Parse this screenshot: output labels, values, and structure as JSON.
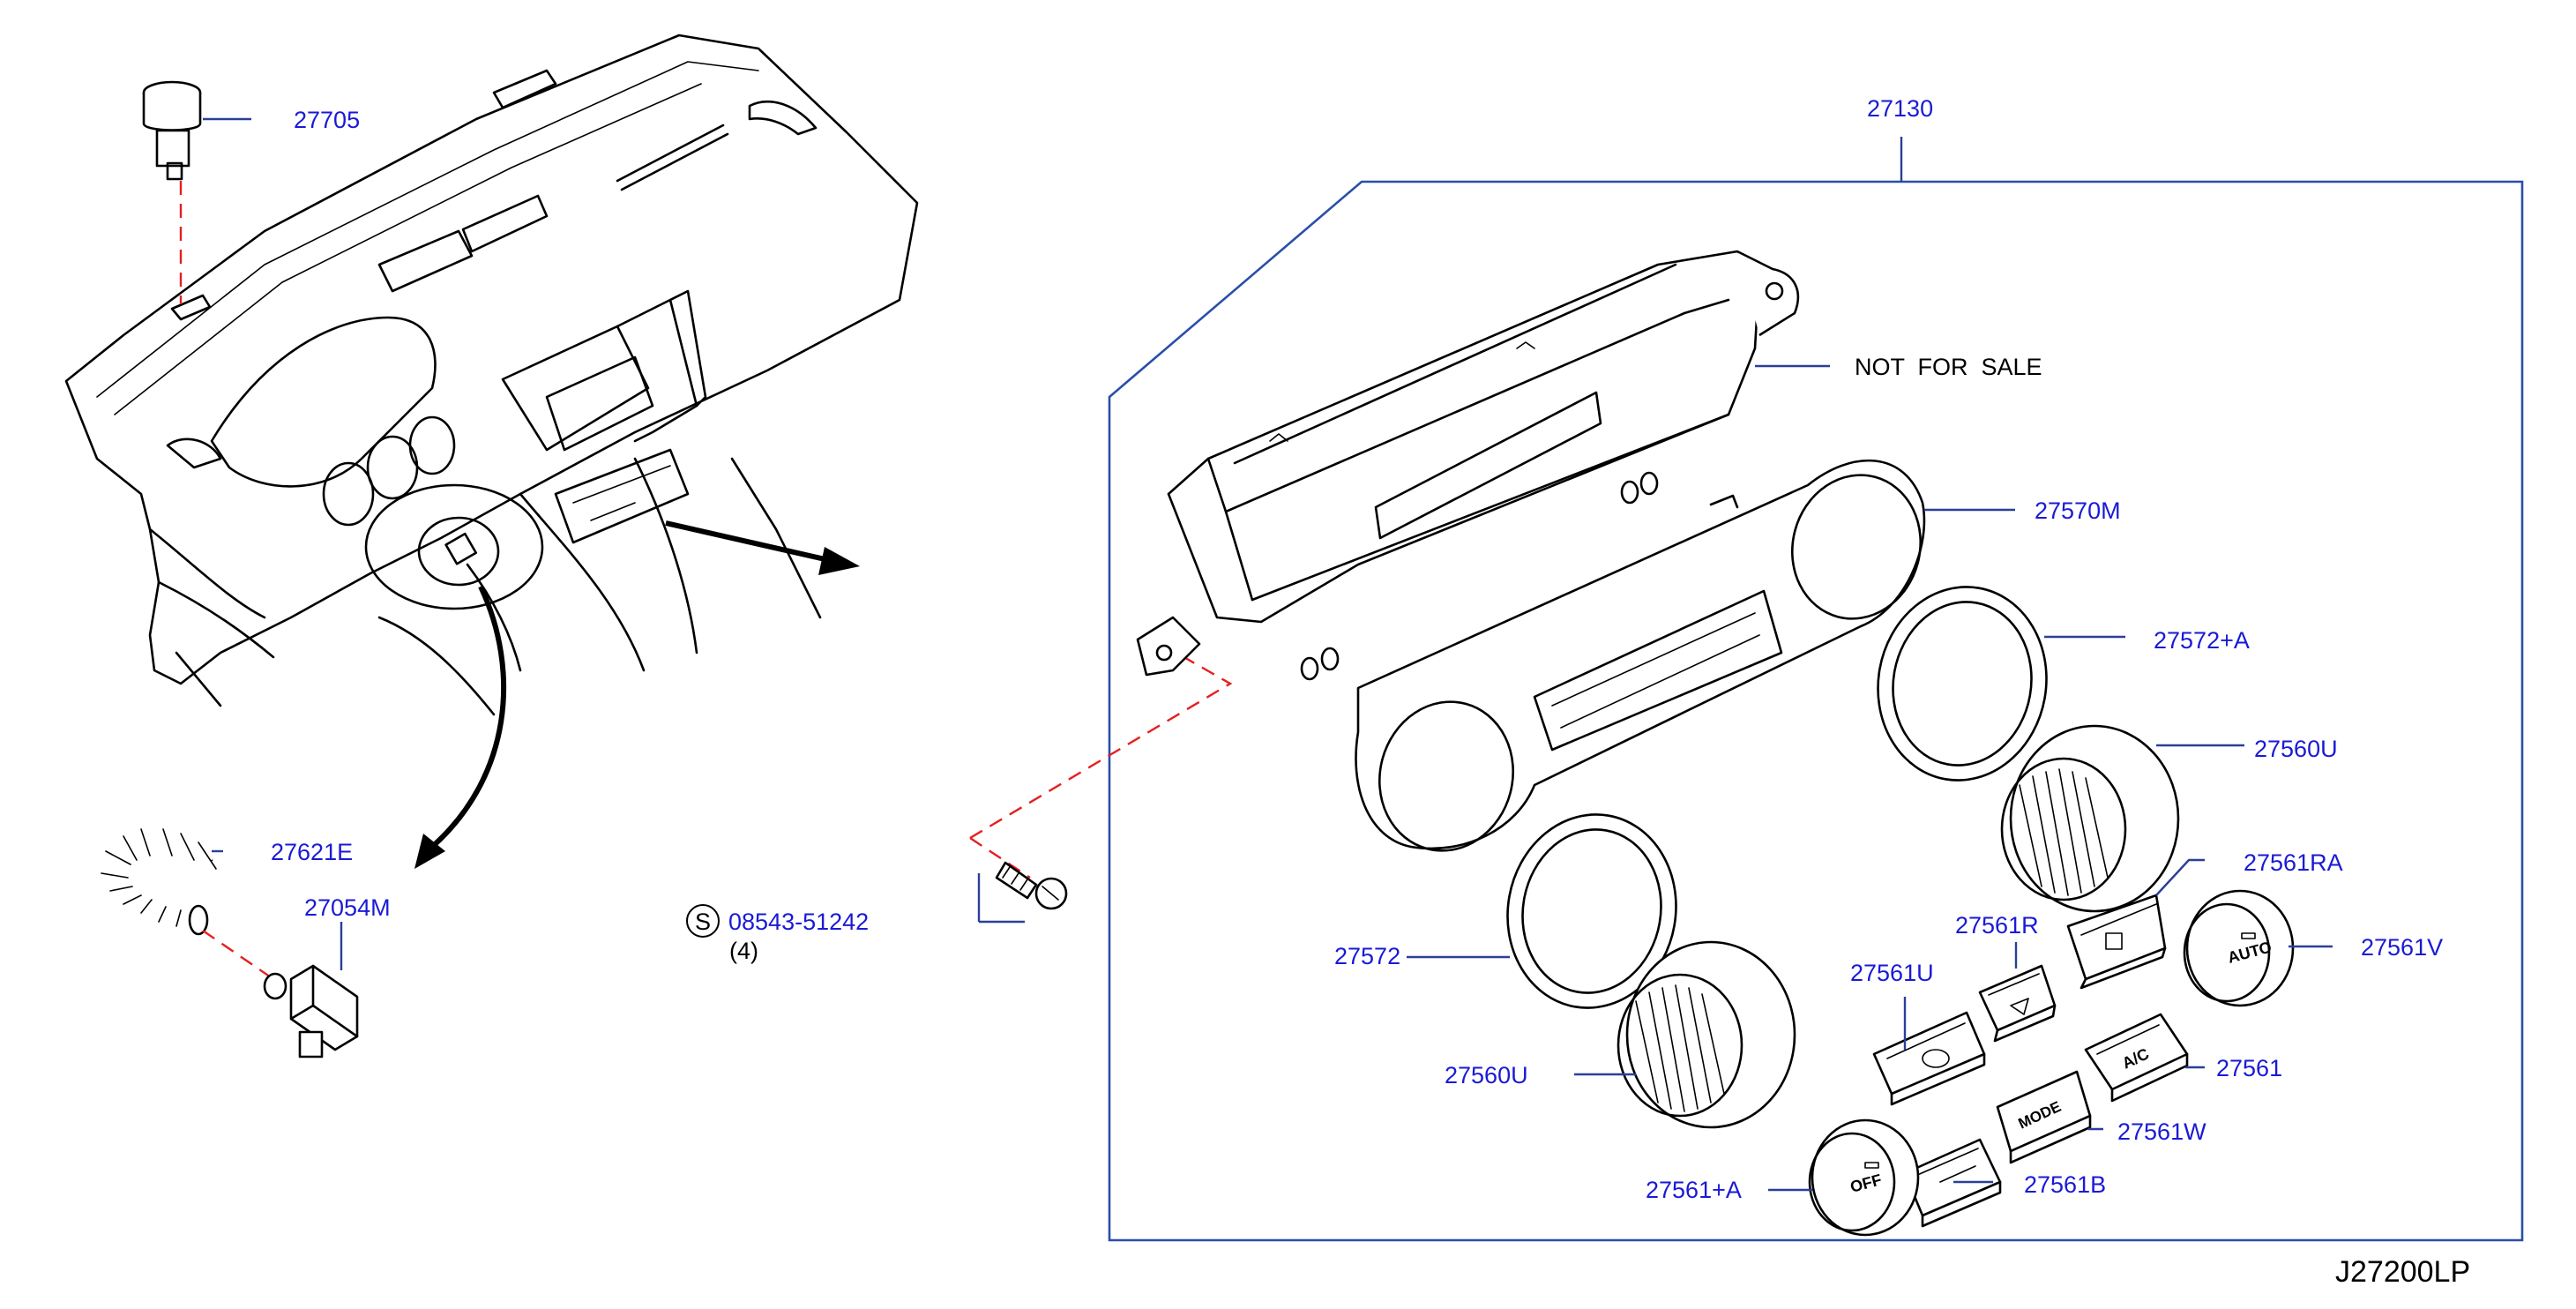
{
  "diagram": {
    "reference_code": "J27200LP",
    "colors": {
      "label": "#1a1ad6",
      "leader": "#2a3f99",
      "frame": "#2a4fa8",
      "dashed_connector": "#e52020",
      "artwork": "#000000"
    },
    "parts": [
      {
        "id": "p27705",
        "number": "27705"
      },
      {
        "id": "p27130",
        "number": "27130"
      },
      {
        "id": "p27570M",
        "number": "27570M"
      },
      {
        "id": "p27572A",
        "number": "27572+A"
      },
      {
        "id": "p27560U_right",
        "number": "27560U"
      },
      {
        "id": "p27561RA",
        "number": "27561RA"
      },
      {
        "id": "p27561R",
        "number": "27561R"
      },
      {
        "id": "p27561V",
        "number": "27561V"
      },
      {
        "id": "p27561U",
        "number": "27561U"
      },
      {
        "id": "p27561",
        "number": "27561"
      },
      {
        "id": "p27561W",
        "number": "27561W"
      },
      {
        "id": "p27561A",
        "number": "27561+A"
      },
      {
        "id": "p27561B",
        "number": "27561B"
      },
      {
        "id": "p27572",
        "number": "27572"
      },
      {
        "id": "p27560U_left",
        "number": "27560U"
      },
      {
        "id": "p27621E",
        "number": "27621E"
      },
      {
        "id": "p27054M",
        "number": "27054M"
      }
    ],
    "screw": {
      "symbol": "S",
      "number": "08543-51242",
      "quantity": "(4)"
    },
    "notice": "NOT  FOR  SALE",
    "button_text": {
      "mode": "MODE",
      "ac": "A/C",
      "auto": "AUTO",
      "off": "OFF"
    }
  }
}
